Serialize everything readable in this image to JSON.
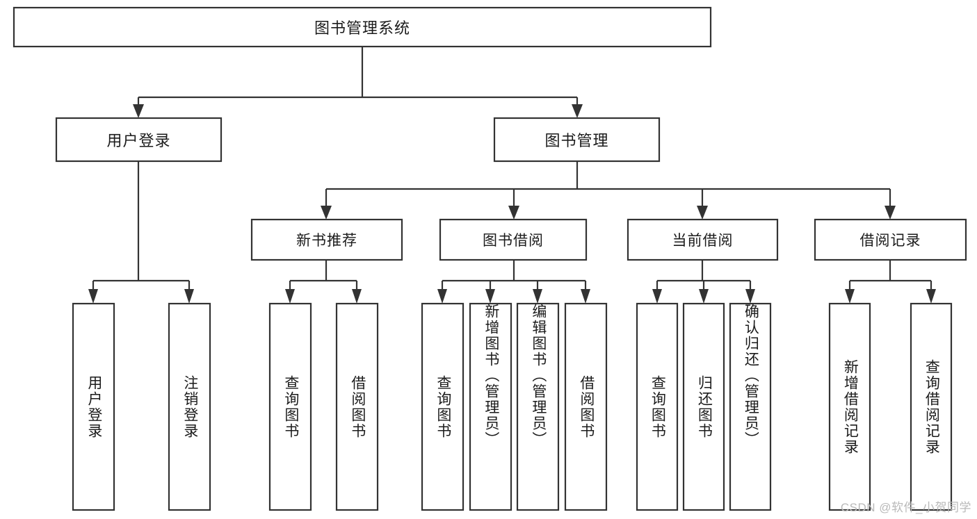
{
  "diagram": {
    "type": "tree",
    "title": "图书管理系统",
    "root": {
      "label": "图书管理系统",
      "orientation": "horizontal"
    },
    "level2": [
      {
        "label": "用户登录",
        "orientation": "horizontal"
      },
      {
        "label": "图书管理",
        "orientation": "horizontal"
      }
    ],
    "level3": [
      {
        "label": "新书推荐",
        "orientation": "horizontal"
      },
      {
        "label": "图书借阅",
        "orientation": "horizontal"
      },
      {
        "label": "当前借阅",
        "orientation": "horizontal"
      },
      {
        "label": "借阅记录",
        "orientation": "horizontal"
      }
    ],
    "leaves": [
      {
        "label": "用户登录",
        "parent": "用户登录",
        "orientation": "vertical"
      },
      {
        "label": "注销登录",
        "parent": "用户登录",
        "orientation": "vertical"
      },
      {
        "label": "查询图书",
        "parent": "新书推荐",
        "orientation": "vertical"
      },
      {
        "label": "借阅图书",
        "parent": "新书推荐",
        "orientation": "vertical"
      },
      {
        "label": "查询图书",
        "parent": "图书借阅",
        "orientation": "vertical"
      },
      {
        "label": "新增图书（管理员）",
        "parent": "图书借阅",
        "orientation": "vertical"
      },
      {
        "label": "编辑图书（管理员）",
        "parent": "图书借阅",
        "orientation": "vertical"
      },
      {
        "label": "借阅图书",
        "parent": "图书借阅",
        "orientation": "vertical"
      },
      {
        "label": "查询图书",
        "parent": "当前借阅",
        "orientation": "vertical"
      },
      {
        "label": "归还图书",
        "parent": "当前借阅",
        "orientation": "vertical"
      },
      {
        "label": "确认归还（管理员）",
        "parent": "当前借阅",
        "orientation": "vertical"
      },
      {
        "label": "新增借阅记录",
        "parent": "借阅记录",
        "orientation": "vertical"
      },
      {
        "label": "查询借阅记录",
        "parent": "借阅记录",
        "orientation": "vertical"
      }
    ],
    "colors": {
      "box_stroke": "#333333",
      "box_fill": "#ffffff",
      "text": "#1b1b1b",
      "connector": "#333333",
      "background": "#ffffff",
      "watermark": "#b9b9b9"
    }
  },
  "watermark": {
    "text": "CSDN @软件_小贺同学"
  }
}
